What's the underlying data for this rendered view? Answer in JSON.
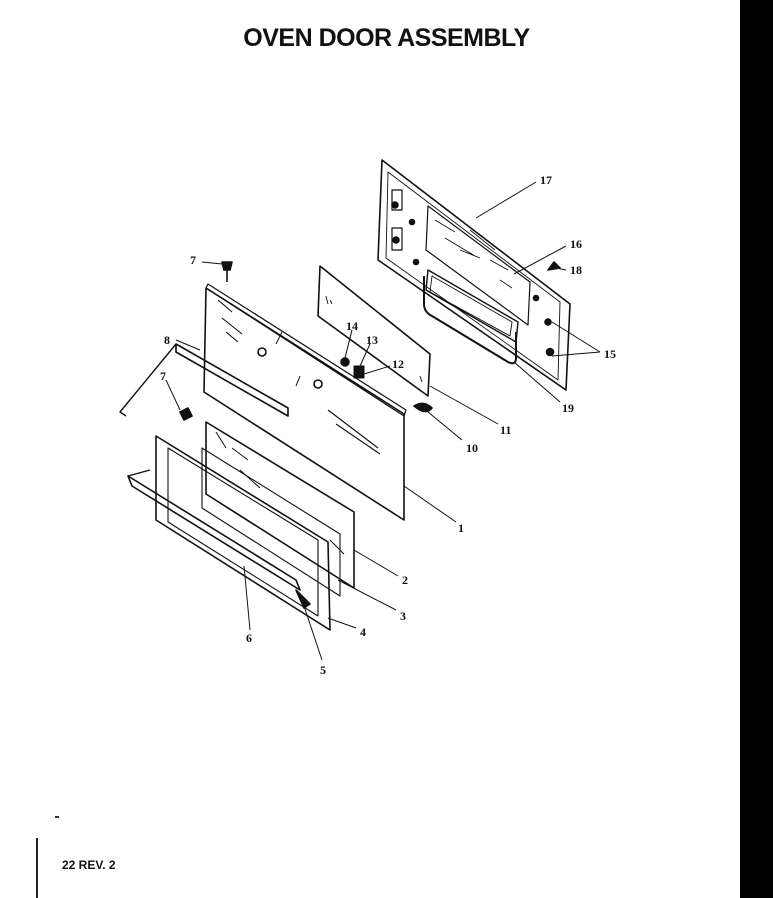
{
  "title": "OVEN DOOR ASSEMBLY",
  "footer": "22 REV. 2",
  "callouts": {
    "c1": "1",
    "c2": "2",
    "c3": "3",
    "c4": "4",
    "c5": "5",
    "c6": "6",
    "c7a": "7",
    "c7b": "7",
    "c8": "8",
    "c10": "10",
    "c11": "11",
    "c12": "12",
    "c13": "13",
    "c14": "14",
    "c15": "15",
    "c16": "16",
    "c17": "17",
    "c18": "18",
    "c19": "19"
  }
}
